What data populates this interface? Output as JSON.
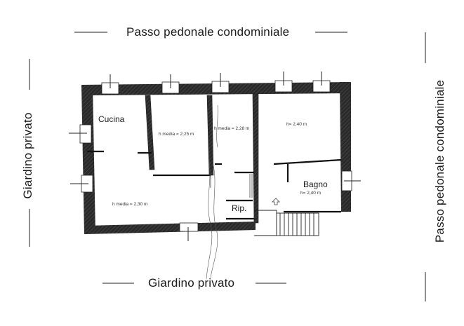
{
  "plan": {
    "top_label": "Passo pedonale condominiale",
    "right_label": "Passo pedonale condominiale",
    "left_label": "Giardino privato",
    "bottom_label": "Giardino privato",
    "rooms": {
      "kitchen": "Cucina",
      "bathroom": "Bagno",
      "storage": "Rip."
    },
    "heights": {
      "kitchen_height": "h media = 2,30 m",
      "room2_height": "h media = 2,25 m",
      "room3_height": "h media = 2,28 m",
      "room4_height": "h= 2,40 m",
      "bathroom_height": "h= 2,40 m"
    }
  }
}
